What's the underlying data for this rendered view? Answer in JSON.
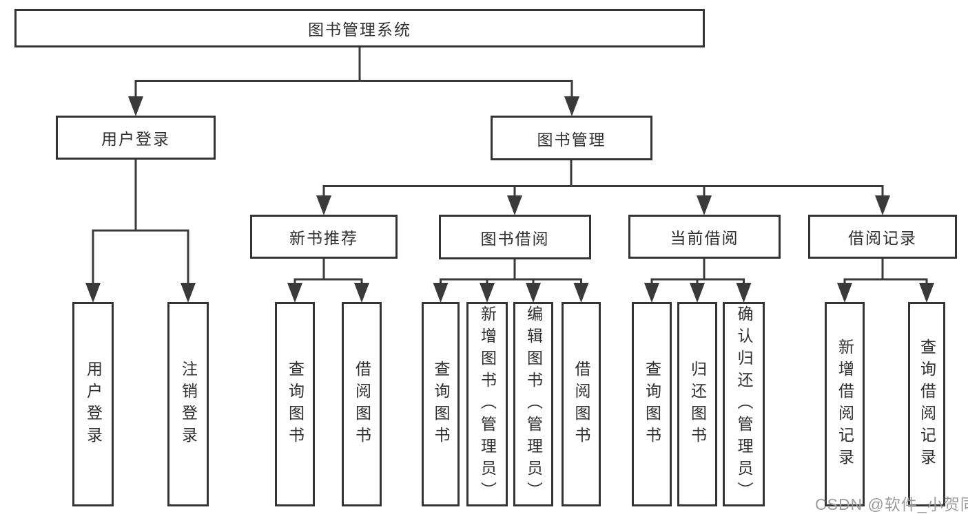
{
  "tree": {
    "label": "图书管理系统",
    "children": [
      {
        "label": "用户登录",
        "children": [
          {
            "label": "用户登录"
          },
          {
            "label": "注销登录"
          }
        ]
      },
      {
        "label": "图书管理",
        "children": [
          {
            "label": "新书推荐",
            "children": [
              {
                "label": "查询图书"
              },
              {
                "label": "借阅图书"
              }
            ]
          },
          {
            "label": "图书借阅",
            "children": [
              {
                "label": "查询图书"
              },
              {
                "label": "新增图书（管理员）"
              },
              {
                "label": "编辑图书（管理员）"
              },
              {
                "label": "借阅图书"
              }
            ]
          },
          {
            "label": "当前借阅",
            "children": [
              {
                "label": "查询图书"
              },
              {
                "label": "归还图书"
              },
              {
                "label": "确认归还（管理员）"
              }
            ]
          },
          {
            "label": "借阅记录",
            "children": [
              {
                "label": "新增借阅记录"
              },
              {
                "label": "查询借阅记录"
              }
            ]
          }
        ]
      }
    ]
  },
  "watermark": {
    "text": "CSDN @软件_小贺同学"
  },
  "colors": {
    "line": "#3a3a3a",
    "border": "#343434",
    "text": "#2f2f2f",
    "watermark": "#9b9b9b",
    "background": "#ffffff"
  }
}
